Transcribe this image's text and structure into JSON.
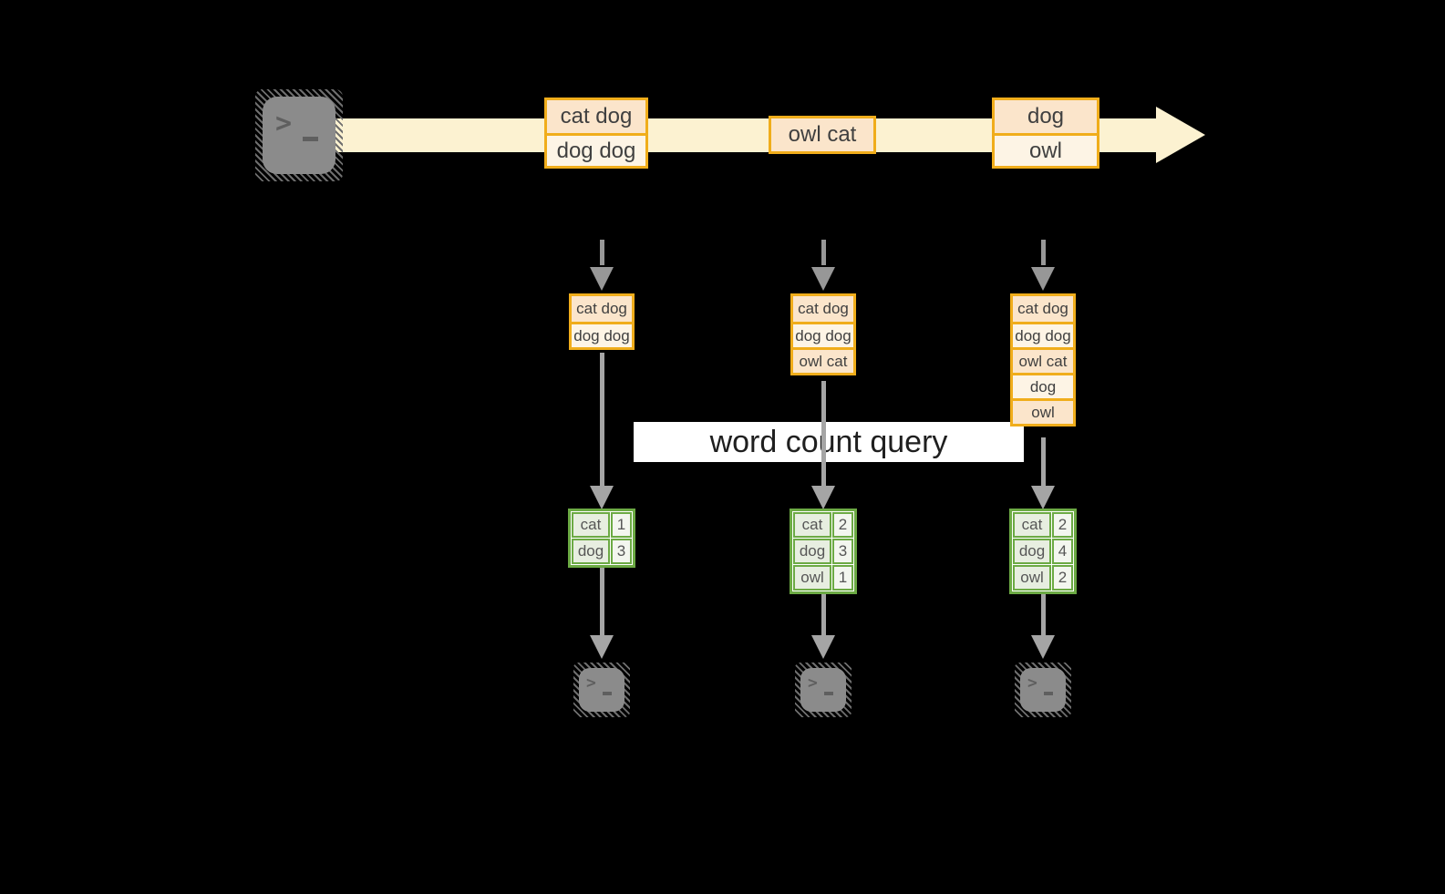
{
  "palette": {
    "background": "#000000",
    "stream_band": "#fcf2d1",
    "record_border": "#f0ad1b",
    "record_fill_peach": "#fbe5cb",
    "record_fill_cream": "#fdf4e5",
    "table_border_green": "#6caa44",
    "table_cell_green": "#e7eee0",
    "arrow_gray": "#a5a5a5",
    "banner_background": "#ffffff",
    "text_dark": "#404040"
  },
  "banner": {
    "label": "word count query"
  },
  "source": {
    "icon": "terminal-icon"
  },
  "stream": {
    "batches": [
      [
        "cat dog",
        "dog dog"
      ],
      [
        "owl cat"
      ],
      [
        "dog",
        "owl"
      ]
    ]
  },
  "pipelines": [
    {
      "buffer": [
        "cat dog",
        "dog dog"
      ],
      "counts": [
        {
          "word": "cat",
          "value": "1"
        },
        {
          "word": "dog",
          "value": "3"
        }
      ],
      "sink_icon": "terminal-icon"
    },
    {
      "buffer": [
        "cat dog",
        "dog dog",
        "owl cat"
      ],
      "counts": [
        {
          "word": "cat",
          "value": "2"
        },
        {
          "word": "dog",
          "value": "3"
        },
        {
          "word": "owl",
          "value": "1"
        }
      ],
      "sink_icon": "terminal-icon"
    },
    {
      "buffer": [
        "cat dog",
        "dog dog",
        "owl cat",
        "dog",
        "owl"
      ],
      "counts": [
        {
          "word": "cat",
          "value": "2"
        },
        {
          "word": "dog",
          "value": "4"
        },
        {
          "word": "owl",
          "value": "2"
        }
      ],
      "sink_icon": "terminal-icon"
    }
  ]
}
